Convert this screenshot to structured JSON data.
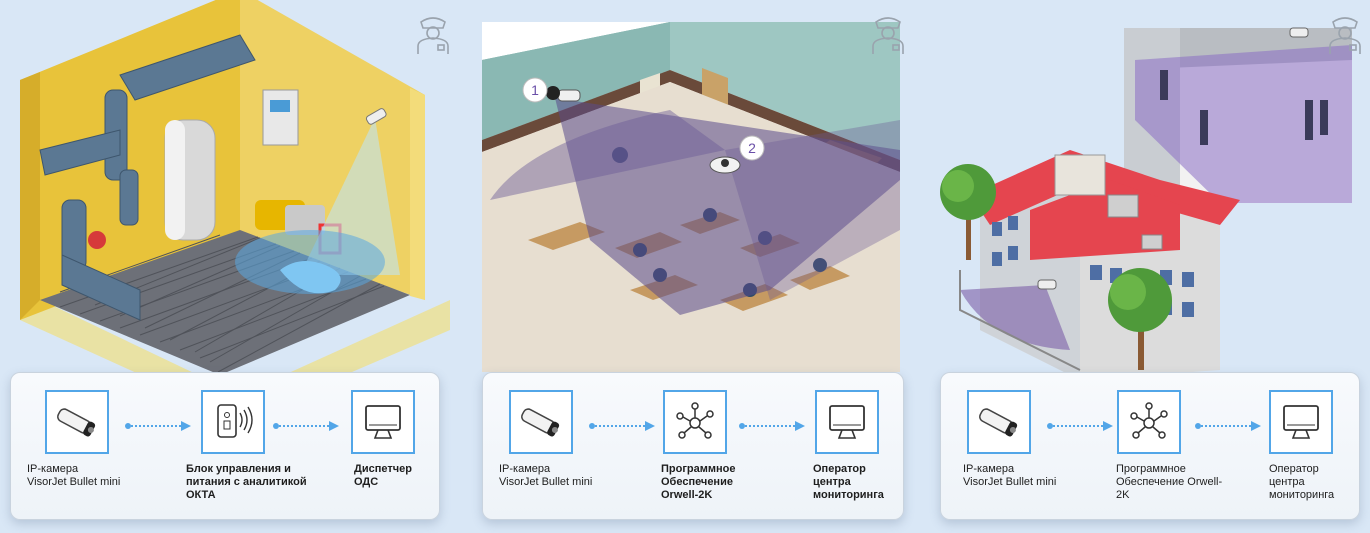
{
  "panels": [
    {
      "id": "boiler",
      "scene_markers": [],
      "flow": {
        "nodes": [
          {
            "icon": "bullet-camera-icon",
            "lines": [
              "IP-камера",
              "VisorJet Bullet mini"
            ],
            "bold": false
          },
          {
            "icon": "control-unit-icon",
            "lines": [
              "Блок управления и",
              "питания с аналитикой",
              "ОКТА"
            ],
            "bold": true
          },
          {
            "icon": "monitor-icon",
            "lines": [
              "Диспетчер",
              "ОДС"
            ],
            "bold": true
          }
        ]
      }
    },
    {
      "id": "classroom",
      "scene_markers": [
        "1",
        "2"
      ],
      "flow": {
        "nodes": [
          {
            "icon": "bullet-camera-icon",
            "lines": [
              "IP-камера",
              "VisorJet Bullet mini"
            ],
            "bold": false
          },
          {
            "icon": "network-hub-icon",
            "lines": [
              "Программное",
              "Обеспечение",
              "Orwell-2K"
            ],
            "bold": true
          },
          {
            "icon": "monitor-icon",
            "lines": [
              "Оператор",
              "центра",
              "мониторинга"
            ],
            "bold": true
          }
        ]
      }
    },
    {
      "id": "school",
      "scene_markers": [],
      "flow": {
        "nodes": [
          {
            "icon": "bullet-camera-icon",
            "lines": [
              "IP-камера",
              "VisorJet Bullet mini"
            ],
            "bold": false
          },
          {
            "icon": "network-hub-icon",
            "lines": [
              "Программное",
              "Обеспечение Orwell-",
              "2K"
            ],
            "bold": false
          },
          {
            "icon": "monitor-icon",
            "lines": [
              "Оператор",
              "центра",
              "мониторинга"
            ],
            "bold": false
          }
        ]
      }
    }
  ],
  "colors": {
    "background": "#d9e7f6",
    "tile_border": "#52a6e8",
    "arrow": "#52a6e8",
    "coverage": "#7b5fa8",
    "roof": "#e5454f"
  }
}
